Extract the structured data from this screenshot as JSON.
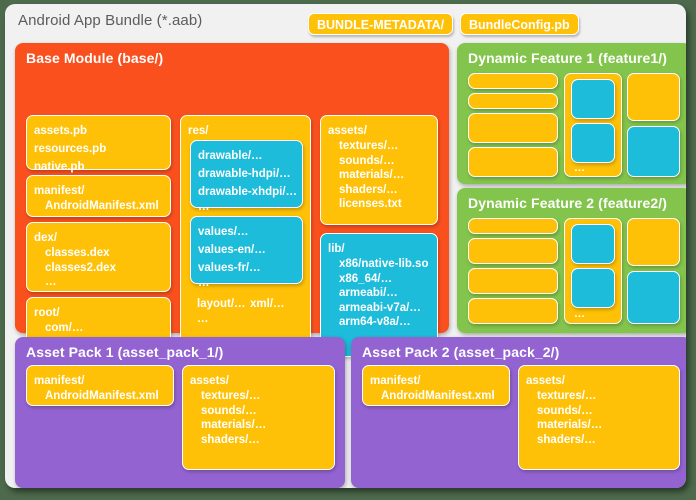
{
  "header": {
    "title": "Android App Bundle (*.aab)",
    "pills": [
      {
        "name": "bundle-metadata",
        "label": "BUNDLE-METADATA/"
      },
      {
        "name": "bundle-config",
        "label": "BundleConfig.pb"
      }
    ]
  },
  "colors": {
    "base_module": "#f9501e",
    "feature_module": "#83c44d",
    "asset_pack": "#9263d1",
    "file_box": "#fec107",
    "resource_box": "#1cbcda",
    "card_bg": "#f1f1f1",
    "page_bg": "#4d6a4c",
    "text": "#ffffff",
    "title_text": "#5c5c5c"
  },
  "base_module": {
    "title": "Base Module (base/)",
    "left_column": [
      {
        "name": "protos-box",
        "lines": [
          "assets.pb",
          "resources.pb",
          "native.pb"
        ],
        "indent": [
          0,
          0,
          0
        ]
      },
      {
        "name": "manifest-box",
        "lines": [
          "manifest/",
          "AndroidManifest.xml"
        ],
        "indent": [
          0,
          1
        ]
      },
      {
        "name": "dex-box",
        "lines": [
          "dex/",
          "classes.dex",
          "classes2.dex",
          "…"
        ],
        "indent": [
          0,
          1,
          1,
          1
        ]
      },
      {
        "name": "root-box",
        "lines": [
          "root/",
          "com/…",
          "…"
        ],
        "indent": [
          0,
          1,
          1
        ]
      }
    ],
    "res": {
      "name": "res-box",
      "label": "res/",
      "drawables": [
        "drawable/…",
        "drawable-hdpi/…",
        "drawable-xhdpi/…",
        "…"
      ],
      "values": [
        "values/…",
        "values-en/…",
        "values-fr/…",
        "…"
      ],
      "others": [
        "layout/…",
        "xml/…",
        "…"
      ]
    },
    "assets": {
      "name": "assets-box",
      "lines": [
        "assets/",
        "textures/…",
        "sounds/…",
        "materials/…",
        "shaders/…",
        "licenses.txt"
      ],
      "indent": [
        0,
        1,
        1,
        1,
        1,
        1
      ]
    },
    "lib": {
      "name": "lib-box",
      "lines": [
        "lib/",
        "x86/native-lib.so",
        "x86_64/…",
        "armeabi/…",
        "armeabi-v7a/…",
        "arm64-v8a/…"
      ],
      "indent": [
        0,
        1,
        1,
        1,
        1,
        1
      ]
    }
  },
  "feature_modules": [
    {
      "name": "feature-1",
      "title": "Dynamic Feature 1 (feature1/)",
      "middle_dots": "…"
    },
    {
      "name": "feature-2",
      "title": "Dynamic Feature 2 (feature2/)",
      "middle_dots": "…"
    }
  ],
  "asset_packs": [
    {
      "name": "asset-pack-1",
      "title": "Asset Pack 1 (asset_pack_1/)",
      "manifest": {
        "name": "manifest-box",
        "lines": [
          "manifest/",
          "AndroidManifest.xml"
        ],
        "indent": [
          0,
          1
        ]
      },
      "assets": {
        "name": "assets-box",
        "lines": [
          "assets/",
          "textures/…",
          "sounds/…",
          "materials/…",
          "shaders/…"
        ],
        "indent": [
          0,
          1,
          1,
          1,
          1
        ]
      }
    },
    {
      "name": "asset-pack-2",
      "title": "Asset Pack 2 (asset_pack_2/)",
      "manifest": {
        "name": "manifest-box",
        "lines": [
          "manifest/",
          "AndroidManifest.xml"
        ],
        "indent": [
          0,
          1
        ]
      },
      "assets": {
        "name": "assets-box",
        "lines": [
          "assets/",
          "textures/…",
          "sounds/…",
          "materials/…",
          "shaders/…"
        ],
        "indent": [
          0,
          1,
          1,
          1,
          1
        ]
      }
    }
  ]
}
